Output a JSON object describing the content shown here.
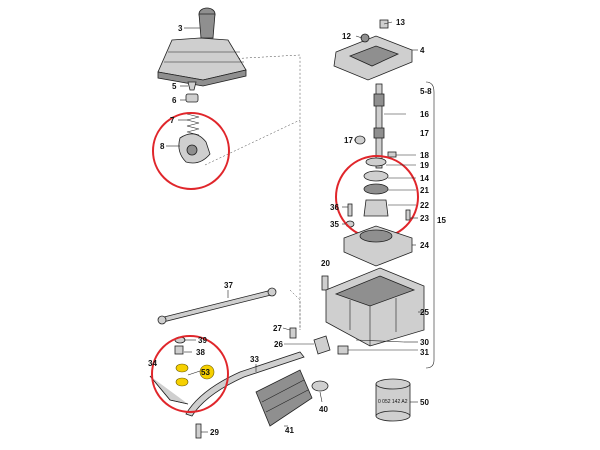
{
  "colors": {
    "highlight_ring": "#e0262b",
    "badge_fill": "#f6d000",
    "part_fill": "#cfcfcf",
    "part_dark": "#8f8f8f",
    "line": "#222222"
  },
  "labels": {
    "p3": "3",
    "p4": "4",
    "p5": "5",
    "p6": "6",
    "p7": "7",
    "p8": "8",
    "p12": "12",
    "p13": "13",
    "p58": "5-8",
    "p16": "16",
    "p17a": "17",
    "p17b": "17",
    "p18": "18",
    "p19": "19",
    "p14": "14",
    "p21": "21",
    "p22": "22",
    "p23": "23",
    "p15": "15",
    "p35": "35",
    "p36": "36",
    "p24": "24",
    "p20": "20",
    "p37": "37",
    "p25": "25",
    "p27": "27",
    "p26": "26",
    "p30": "30",
    "p31": "31",
    "p39": "39",
    "p38": "38",
    "p34": "34",
    "p33": "33",
    "p53": "53",
    "p40": "40",
    "p41": "41",
    "p50": "50",
    "p29": "29",
    "part_code": "0 052 142 A2"
  }
}
